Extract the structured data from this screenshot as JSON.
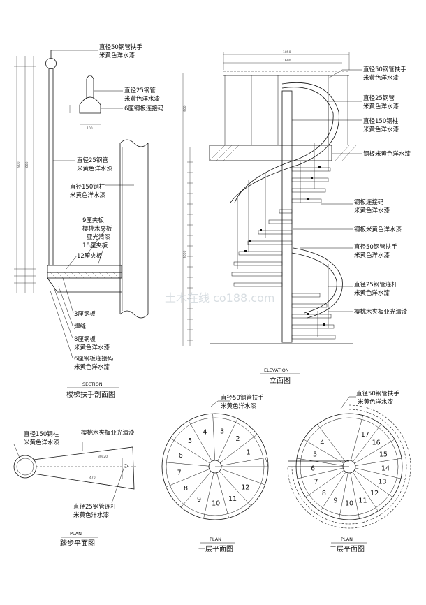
{
  "drawings": {
    "section": {
      "title_en": "SECTION",
      "title_cn": "楼梯扶手剖面图",
      "labels": [
        "直径50钢管扶手",
        "米黄色洋水漆",
        "直径25钢管",
        "米黄色洋水漆",
        "6厘钢板连接码",
        "直径25钢管",
        "米黄色洋水漆",
        "直径150钢柱",
        "米黄色洋水漆",
        "9厘夹板",
        "樱桃木夹板",
        "亚光清漆",
        "18厘夹板",
        "12厘夹板",
        "3厘钢板",
        "焊缝",
        "8厘钢板",
        "米黄色洋水漆",
        "6厘钢板连接码",
        "米黄色洋水漆"
      ]
    },
    "elevation": {
      "title_en": "ELEVATION",
      "title_cn": "立面图",
      "labels": [
        "直径50钢管扶手",
        "米黄色洋水漆",
        "直径25钢管",
        "米黄色洋水漆",
        "直径150钢柱",
        "米黄色洋水漆",
        "钢板米黄色洋水漆",
        "钢板连接码",
        "米黄色洋水漆",
        "钢板米黄色洋水漆",
        "直径50钢管扶手",
        "米黄色洋水漆",
        "直径25钢管连杆",
        "米黄色洋水漆",
        "樱桃木夹板亚光清漆"
      ]
    },
    "tread_plan": {
      "title_en": "PLAN",
      "title_cn": "踏步平面图",
      "labels": [
        "直径150钢柱",
        "米黄色洋水漆",
        "樱桃木夹板亚光清漆",
        "直径25钢管连杆",
        "米黄色洋水漆"
      ]
    },
    "first_floor_plan": {
      "title_en": "PLAN",
      "title_cn": "一层平面图",
      "labels": [
        "直径50钢管扶手",
        "米黄色洋水漆"
      ],
      "steps": [
        "1",
        "2",
        "3",
        "4",
        "5",
        "6",
        "7",
        "8",
        "9",
        "10",
        "11",
        "12"
      ]
    },
    "second_floor_plan": {
      "title_en": "PLAN",
      "title_cn": "二层平面图",
      "labels": [
        "直径50钢管扶手",
        "米黄色洋水漆"
      ],
      "steps": [
        "17",
        "16",
        "15",
        "14",
        "13",
        "12",
        "11",
        "10",
        "9",
        "8",
        "7",
        "6",
        "5",
        "4"
      ]
    }
  },
  "watermark": "土木在线 co188.com"
}
